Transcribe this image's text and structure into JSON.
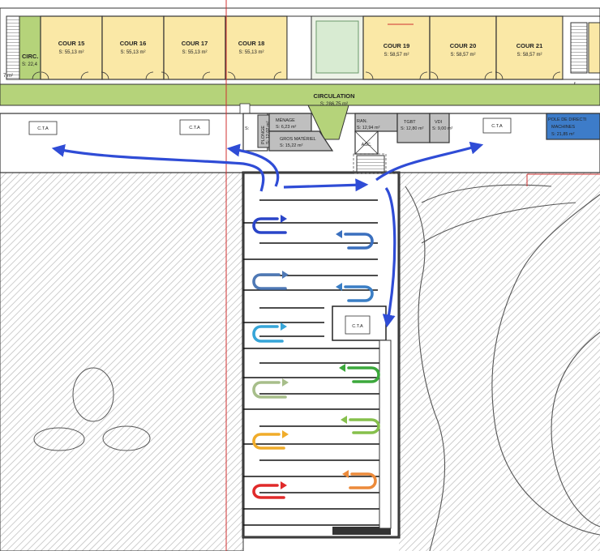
{
  "rooms": {
    "circ_left": {
      "name": "CIRC.",
      "area": "S: 22,4",
      "unit_fragment": "7 m²"
    },
    "cour15": {
      "name": "COUR 15",
      "area": "S: 55,13 m²"
    },
    "cour16": {
      "name": "COUR 16",
      "area": "S: 55,13 m²"
    },
    "cour17": {
      "name": "COUR 17",
      "area": "S: 55,13 m²"
    },
    "cour18": {
      "name": "COUR 18",
      "area": "S: 55,13 m²"
    },
    "cour19": {
      "name": "COUR 19",
      "area": "S: 58,57 m²"
    },
    "cour20": {
      "name": "COUR 20",
      "area": "S: 58,57 m²"
    },
    "cour21": {
      "name": "COUR 21",
      "area": "S: 58,57 m²"
    },
    "circulation": {
      "name": "CIRCULATION",
      "area": "S: 286,75 m²"
    },
    "cta_1": {
      "name": "C.T.A"
    },
    "cta_2": {
      "name": "C.T.A"
    },
    "cta_3": {
      "name": "C.T.A"
    },
    "cta_4": {
      "name": "C.T.A"
    },
    "pole": {
      "name": "POLE DE DIRECTI",
      "sub": "MACHINES",
      "area": "S: 21,85 m²"
    },
    "menage": {
      "name": "MÉNAGE",
      "area": "S: 6,23 m²"
    },
    "gros_materiel": {
      "name": "GROS MATÉRIEL",
      "area": "S: 15,22 m²"
    },
    "plonge": {
      "name": "PLONGE",
      "area": "S: 12,02 m²"
    },
    "rangement": {
      "name": "RAN.",
      "area": "S: 12,94 m²"
    },
    "tgbt": {
      "name": "TGBT",
      "area": "S: 12,80 m²"
    },
    "vdi": {
      "name": "VDI",
      "area": "S: 9,00 m²"
    },
    "asc": {
      "name": "ASC."
    },
    "small_left": {
      "name": "S:"
    }
  },
  "colors": {
    "classroom": "#fae8a6",
    "circulation": "#b5d37a",
    "service": "#bfbfbf",
    "pole": "#3d7cc9",
    "flow_arrow": "#2f4cd6",
    "hatch": "#bcbcbc",
    "axis_line": "#d03030",
    "loop_arrows": [
      "#2a45c8",
      "#3a6fbe",
      "#4f79b5",
      "#3a7ec5",
      "#36a5d8",
      "#a7be8a",
      "#3ca83c",
      "#86c04c",
      "#f0ac2a",
      "#ec8a3a",
      "#e02a2a"
    ]
  }
}
